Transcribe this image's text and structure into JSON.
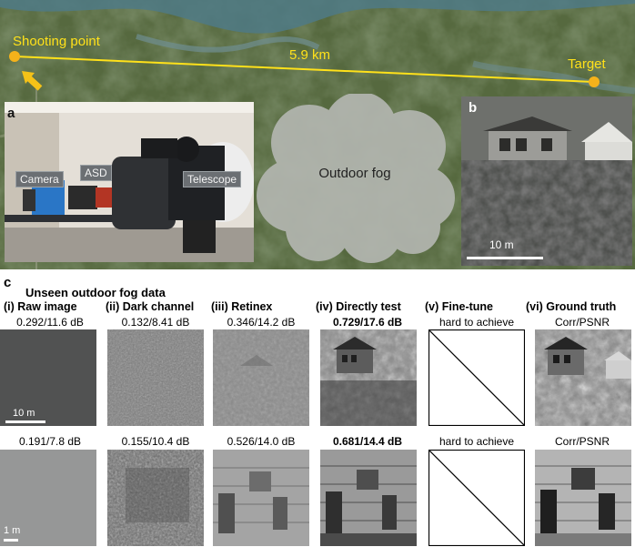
{
  "map": {
    "shooting_point_label": "Shooting point",
    "distance_label": "5.9 km",
    "target_label": "Target",
    "fog_label": "Outdoor fog",
    "panel_a_letter": "a",
    "panel_b_letter": "b",
    "tag_camera": "Camera",
    "tag_asd": "ASD",
    "tag_telescope": "Telescope",
    "scale_b": "10 m",
    "line_color": "#ffe11a",
    "point_color": "#f5b21b"
  },
  "section_c": {
    "letter": "c",
    "title": "Unseen outdoor fog data",
    "columns": [
      {
        "label": "(i) Raw image"
      },
      {
        "label": "(ii) Dark channel"
      },
      {
        "label": "(iii) Retinex"
      },
      {
        "label": "(iv) Directly test"
      },
      {
        "label": "(v) Fine-tune"
      },
      {
        "label": "(vi) Ground truth"
      }
    ],
    "row1_metrics": [
      "0.292/11.6 dB",
      "0.132/8.41 dB",
      "0.346/14.2 dB",
      "0.729/17.6 dB",
      "hard to achieve",
      "Corr/PSNR"
    ],
    "row2_metrics": [
      "0.191/7.8 dB",
      "0.155/10.4 dB",
      "0.526/14.0 dB",
      "0.681/14.4 dB",
      "hard to achieve",
      "Corr/PSNR"
    ],
    "row1_scale": "10 m",
    "row2_scale": "1 m"
  }
}
